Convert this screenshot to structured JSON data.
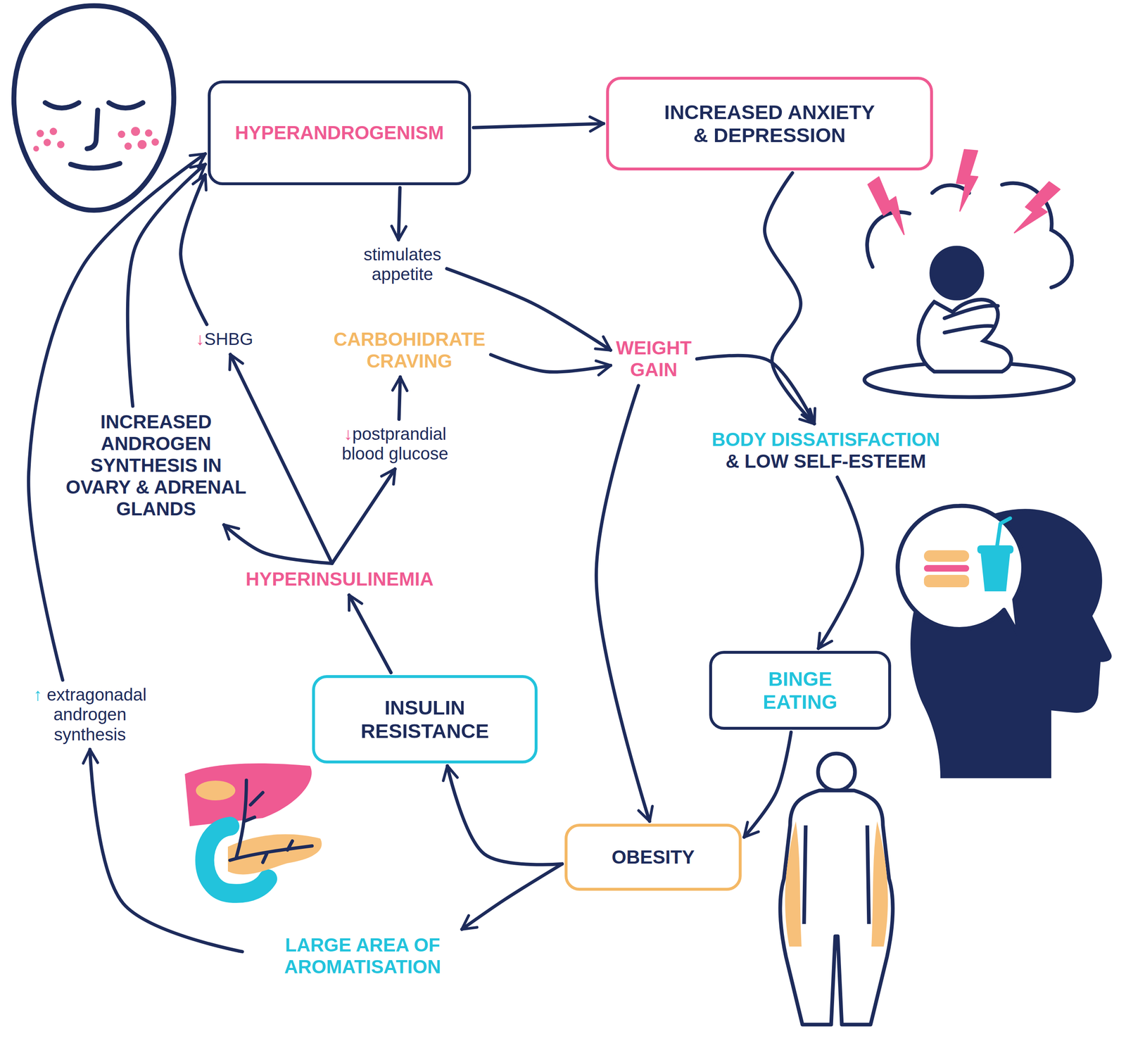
{
  "diagram": {
    "nodes": [
      {
        "text": [
          "HYPERANDROGENISM"
        ]
      },
      {
        "text": [
          "INCREASED ANXIETY & DEPRESSION"
        ]
      },
      {
        "text": [
          "stimulates appetite"
        ]
      },
      {
        "text": [
          "↓SHBG"
        ]
      },
      {
        "text": [
          "CARBOHIDRATE CRAVING"
        ]
      },
      {
        "text": [
          "WEIGHT GAIN"
        ]
      },
      {
        "text": [
          "INCREASED ANDROGEN SYNTHESIS IN OVARY & ADRENAL GLANDS"
        ]
      },
      {
        "text": [
          "↓postprandial blood glucose"
        ]
      },
      {
        "text": [
          "BODY DISSATISFACTION",
          "& LOW SELF-ESTEEM"
        ]
      },
      {
        "text": [
          "HYPERINSULINEMIA"
        ]
      },
      {
        "text": [
          "↑ extragonadal androgen synthesis"
        ]
      },
      {
        "text": [
          "BINGE EATING"
        ]
      },
      {
        "text": [
          "INSULIN RESISTANCE"
        ]
      },
      {
        "text": [
          "OBESITY"
        ]
      },
      {
        "text": [
          "LARGE AREA OF AROMATISATION"
        ]
      }
    ],
    "edges": [
      {
        "from": 0,
        "to": 1,
        "arrow": "to"
      },
      {
        "from": 0,
        "to": 2,
        "arrow": "to"
      },
      {
        "from": 2,
        "to": 5,
        "arrow": "to"
      },
      {
        "from": 4,
        "to": 5,
        "arrow": "to"
      },
      {
        "from": 1,
        "to": 8,
        "arrow": "to"
      },
      {
        "from": 5,
        "to": 8,
        "arrow": "to"
      },
      {
        "from": 5,
        "to": 13,
        "arrow": "to"
      },
      {
        "from": 8,
        "to": 11,
        "arrow": "to"
      },
      {
        "from": 11,
        "to": 13,
        "arrow": "to"
      },
      {
        "from": 13,
        "to": 12,
        "arrow": "to"
      },
      {
        "from": 13,
        "to": 14,
        "arrow": "to"
      },
      {
        "from": 12,
        "to": 9,
        "arrow": "to"
      },
      {
        "from": 9,
        "to": 6,
        "arrow": "to"
      },
      {
        "from": 9,
        "to": 3,
        "arrow": "to"
      },
      {
        "from": 9,
        "to": 7,
        "arrow": "to"
      },
      {
        "from": 7,
        "to": 4,
        "arrow": "to"
      },
      {
        "from": 3,
        "to": 0,
        "arrow": "to"
      },
      {
        "from": 6,
        "to": 0,
        "arrow": "to"
      },
      {
        "from": 10,
        "to": 0,
        "arrow": "to"
      },
      {
        "from": 14,
        "to": 10,
        "arrow": "to"
      }
    ]
  }
}
